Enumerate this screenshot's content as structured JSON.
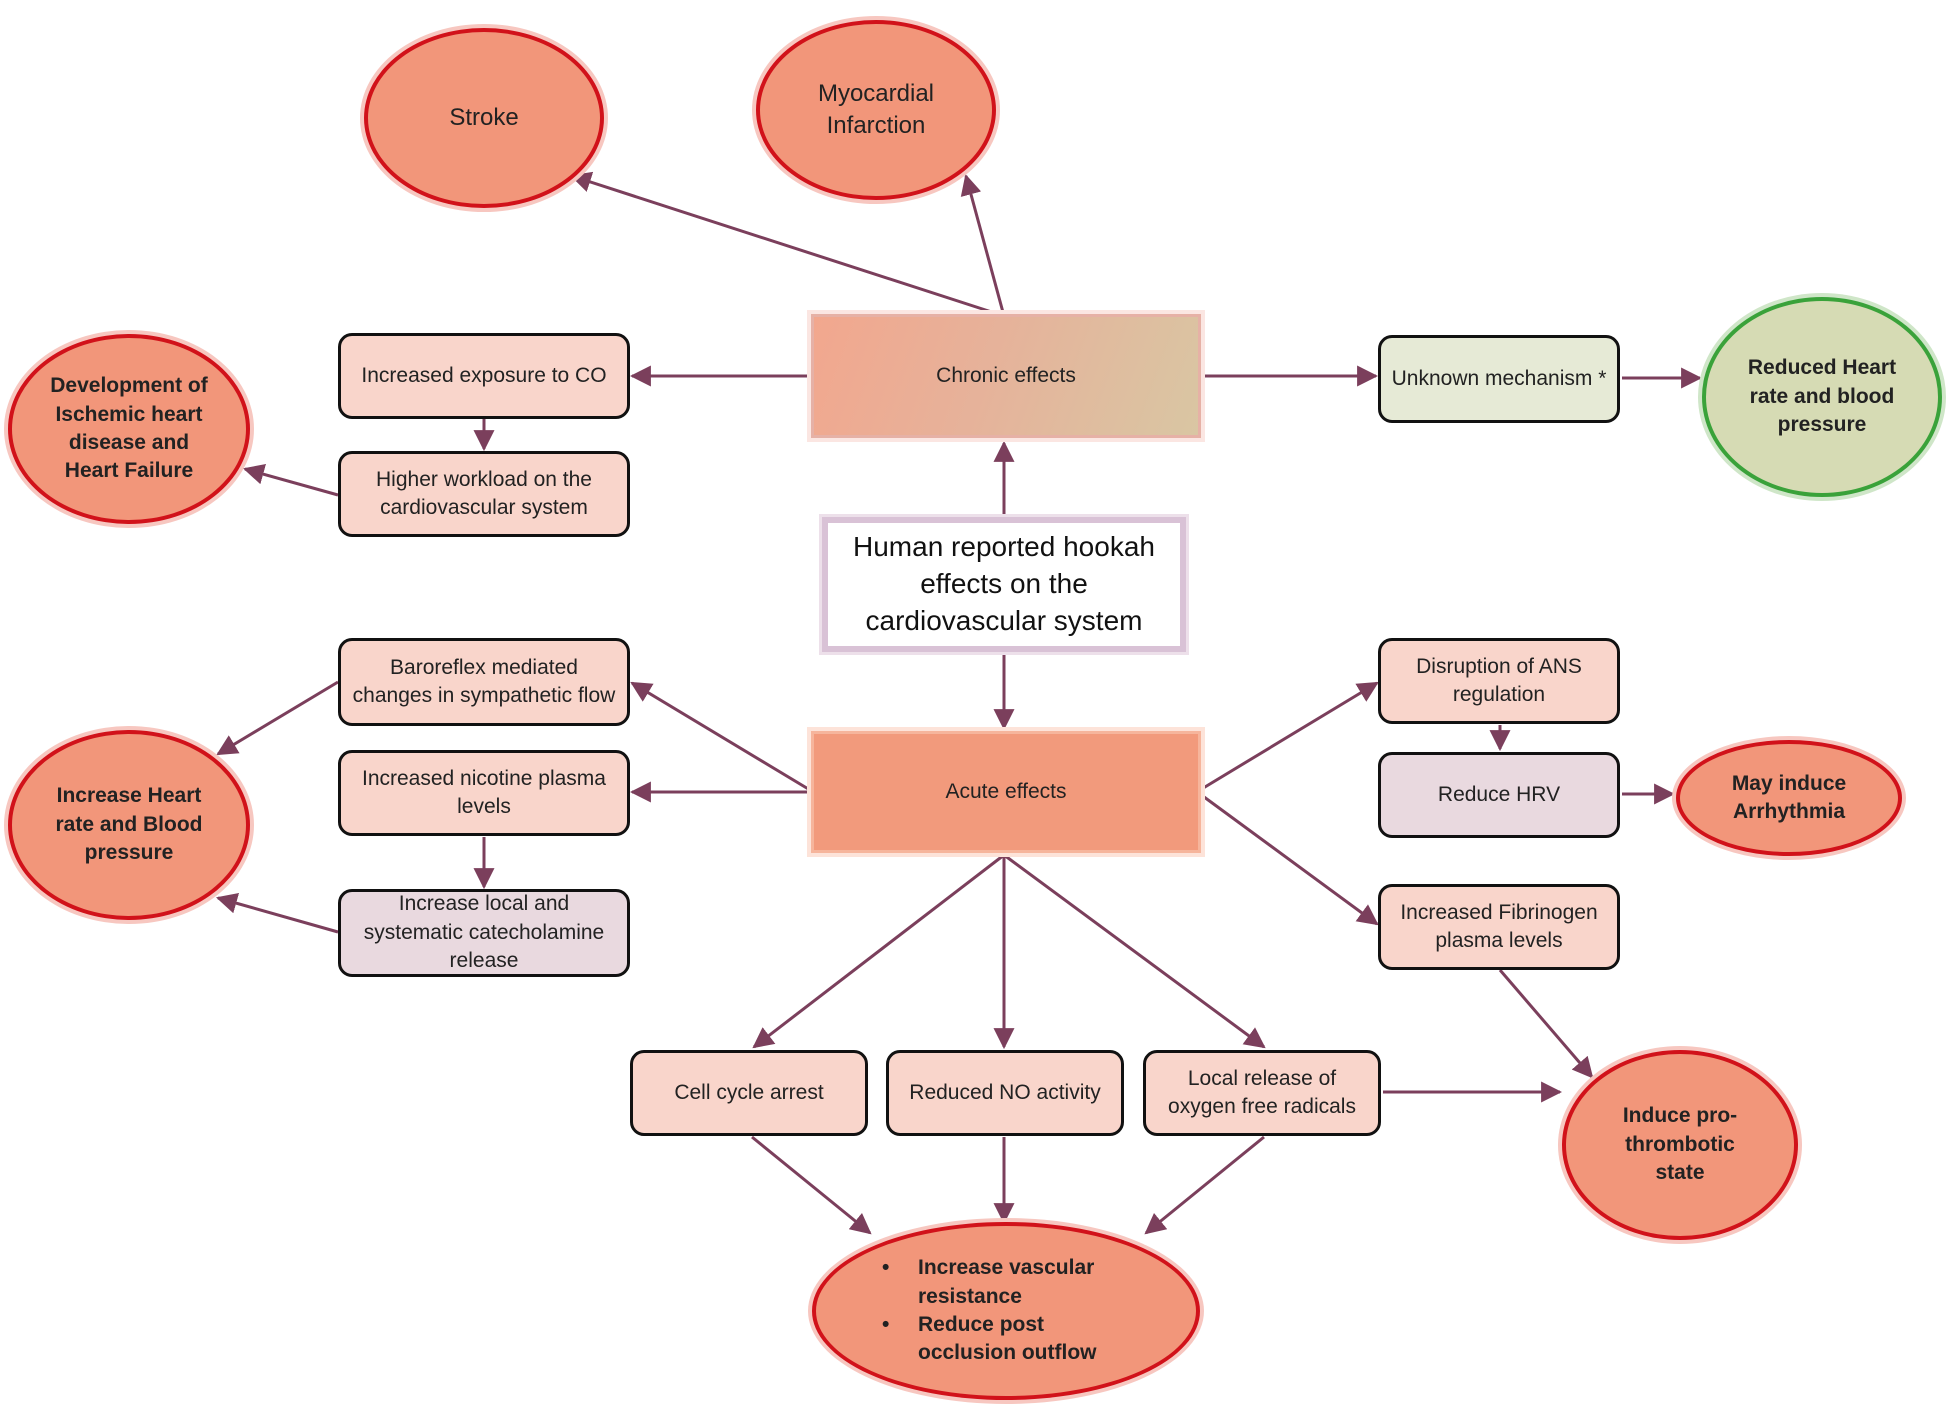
{
  "title": "Human reported hookah effects on the cardiovascular system",
  "chronic": {
    "label": "Chronic effects",
    "outcomes": {
      "stroke": "Stroke",
      "mi": "Myocardial Infarction",
      "ischemic": "Development of Ischemic heart disease and Heart Failure",
      "reduced_hr_bp": "Reduced Heart rate and blood pressure"
    },
    "mechanisms": {
      "co": "Increased exposure to CO",
      "workload": "Higher workload on the cardiovascular system",
      "unknown": "Unknown mechanism *"
    }
  },
  "acute": {
    "label": "Acute effects",
    "mechanisms": {
      "baroreflex": "Baroreflex mediated changes in sympathetic flow",
      "nicotine": "Increased nicotine plasma levels",
      "catecholamine": "Increase local and systematic catecholamine release",
      "ans": "Disruption of ANS regulation",
      "hrv": "Reduce HRV",
      "fibrinogen": "Increased Fibrinogen plasma levels",
      "cell_cycle": "Cell cycle arrest",
      "no": "Reduced NO activity",
      "radicals": "Local release of oxygen free radicals"
    },
    "outcomes": {
      "increase_hr_bp": "Increase Heart rate and Blood pressure",
      "arrhythmia": "May induce Arrhythmia",
      "prothrombotic": "Induce pro-thrombotic state",
      "vascular": [
        "Increase vascular resistance",
        "Reduce post occlusion outflow"
      ]
    }
  },
  "colors": {
    "arrow": "#7b3f5c",
    "outcome_fill": "#f2967a",
    "outcome_border": "#d1121a",
    "beneficial_fill": "#d6dbb4",
    "beneficial_border": "#3aa23a",
    "box_fill": "#f9d5cb"
  }
}
